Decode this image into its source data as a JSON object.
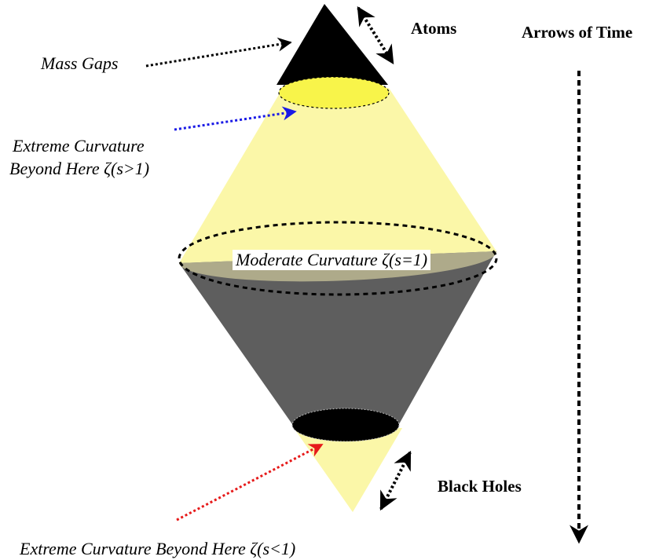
{
  "labels": {
    "atoms": "Atoms",
    "arrows_of_time": "Arrows of Time",
    "mass_gaps": "Mass Gaps",
    "extreme_upper_line1": "Extreme Curvature",
    "extreme_upper_line2": "Beyond Here ζ(s>1)",
    "moderate": "Moderate Curvature ζ(s=1)",
    "black_holes": "Black Holes",
    "extreme_lower": "Extreme Curvature Beyond Here ζ(s<1)"
  },
  "colors": {
    "cone_yellow": "#fbf7a8",
    "disk_top_yellow": "#f8f44a",
    "olive": "#aeaa8a",
    "gray": "#5e5e5e",
    "black": "#000000",
    "blue_arrow": "#1a1ae6",
    "red_arrow": "#e61a1a"
  }
}
